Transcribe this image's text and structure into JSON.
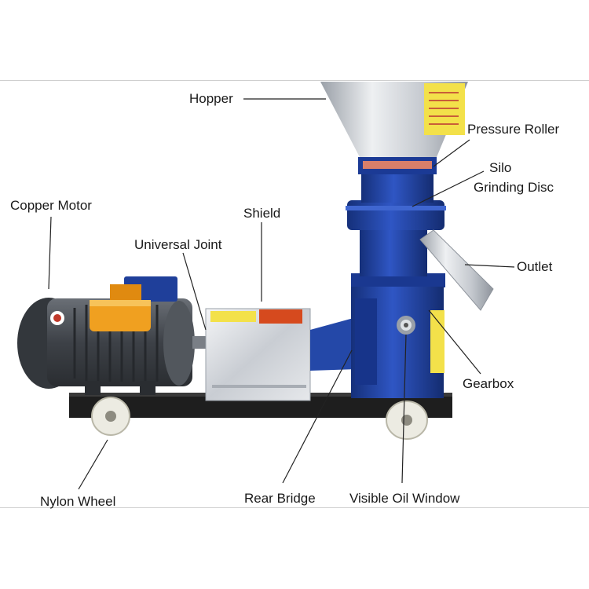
{
  "labels": {
    "hopper": "Hopper",
    "pressure_roller": "Pressure Roller",
    "silo": "Silo",
    "grinding_disc": "Grinding Disc",
    "copper_motor": "Copper Motor",
    "shield": "Shield",
    "universal_joint": "Universal Joint",
    "outlet": "Outlet",
    "gearbox": "Gearbox",
    "nylon_wheel": "Nylon Wheel",
    "rear_bridge": "Rear Bridge",
    "visible_oil_window": "Visible Oil Window"
  },
  "colors": {
    "machine_blue": "#1f3f9a",
    "motor_grey": "#4a4e54",
    "steel": "#c8ccd2",
    "junction_box_orange": "#f0a020",
    "frame_black": "#1e1e1e",
    "wheel": "#ecebe2"
  }
}
